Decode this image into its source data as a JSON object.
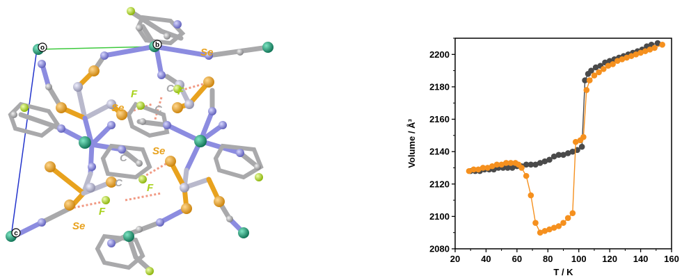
{
  "structure": {
    "labels": {
      "se": "Se",
      "f": "F",
      "c": "C",
      "cell_o": "o",
      "cell_b": "b",
      "cell_c": "c"
    },
    "colors": {
      "selenium": "#E8A21E",
      "fluorine": "#B8E02A",
      "carbon": "#A9A9AB",
      "nitrogen": "#8C8CE0",
      "metal": "#1FA07A",
      "cadmium": "#B9B9CC",
      "contact": "#F19A84"
    }
  },
  "chart_data": {
    "type": "scatter",
    "xlabel": "T / K",
    "ylabel": "Volume / Å³",
    "xlim": [
      20,
      160
    ],
    "ylim": [
      2080,
      2210
    ],
    "xticks": [
      20,
      40,
      60,
      80,
      100,
      120,
      140,
      160
    ],
    "yticks": [
      2080,
      2100,
      2120,
      2140,
      2160,
      2180,
      2200
    ],
    "grid": false,
    "series": [
      {
        "color": "#4a4a4a",
        "points": [
          [
            30,
            2128
          ],
          [
            33,
            2128
          ],
          [
            36,
            2128
          ],
          [
            39,
            2129
          ],
          [
            42,
            2129
          ],
          [
            45,
            2129
          ],
          [
            48,
            2130
          ],
          [
            51,
            2130
          ],
          [
            54,
            2130
          ],
          [
            57,
            2130
          ],
          [
            60,
            2131
          ],
          [
            63,
            2131
          ],
          [
            66,
            2132
          ],
          [
            69,
            2132
          ],
          [
            72,
            2132
          ],
          [
            75,
            2133
          ],
          [
            78,
            2134
          ],
          [
            81,
            2135
          ],
          [
            84,
            2137
          ],
          [
            87,
            2138
          ],
          [
            90,
            2138
          ],
          [
            93,
            2139
          ],
          [
            96,
            2140
          ],
          [
            99,
            2141
          ],
          [
            102,
            2143
          ],
          [
            104,
            2184
          ],
          [
            106,
            2188
          ],
          [
            108,
            2190
          ],
          [
            111,
            2192
          ],
          [
            114,
            2193
          ],
          [
            117,
            2195
          ],
          [
            120,
            2196
          ],
          [
            123,
            2197
          ],
          [
            126,
            2198
          ],
          [
            129,
            2199
          ],
          [
            132,
            2200
          ],
          [
            135,
            2201
          ],
          [
            138,
            2202
          ],
          [
            141,
            2203
          ],
          [
            144,
            2205
          ],
          [
            147,
            2206
          ],
          [
            151,
            2207
          ]
        ]
      },
      {
        "color": "#F5901E",
        "points": [
          [
            29,
            2128
          ],
          [
            32,
            2129
          ],
          [
            35,
            2129
          ],
          [
            38,
            2130
          ],
          [
            41,
            2130
          ],
          [
            44,
            2131
          ],
          [
            47,
            2132
          ],
          [
            50,
            2132
          ],
          [
            53,
            2133
          ],
          [
            56,
            2133
          ],
          [
            59,
            2133
          ],
          [
            61,
            2132
          ],
          [
            63,
            2130
          ],
          [
            66,
            2125
          ],
          [
            69,
            2113
          ],
          [
            72,
            2096
          ],
          [
            75,
            2090
          ],
          [
            78,
            2091
          ],
          [
            81,
            2092
          ],
          [
            84,
            2093
          ],
          [
            87,
            2094
          ],
          [
            90,
            2096
          ],
          [
            93,
            2099
          ],
          [
            96,
            2102
          ],
          [
            98,
            2146
          ],
          [
            101,
            2147
          ],
          [
            103,
            2149
          ],
          [
            105,
            2178
          ],
          [
            107,
            2184
          ],
          [
            110,
            2187
          ],
          [
            113,
            2189
          ],
          [
            116,
            2191
          ],
          [
            119,
            2193
          ],
          [
            122,
            2194
          ],
          [
            125,
            2196
          ],
          [
            128,
            2197
          ],
          [
            131,
            2198
          ],
          [
            134,
            2199
          ],
          [
            137,
            2200
          ],
          [
            140,
            2201
          ],
          [
            143,
            2202
          ],
          [
            146,
            2203
          ],
          [
            149,
            2204
          ],
          [
            154,
            2206
          ]
        ]
      }
    ]
  }
}
